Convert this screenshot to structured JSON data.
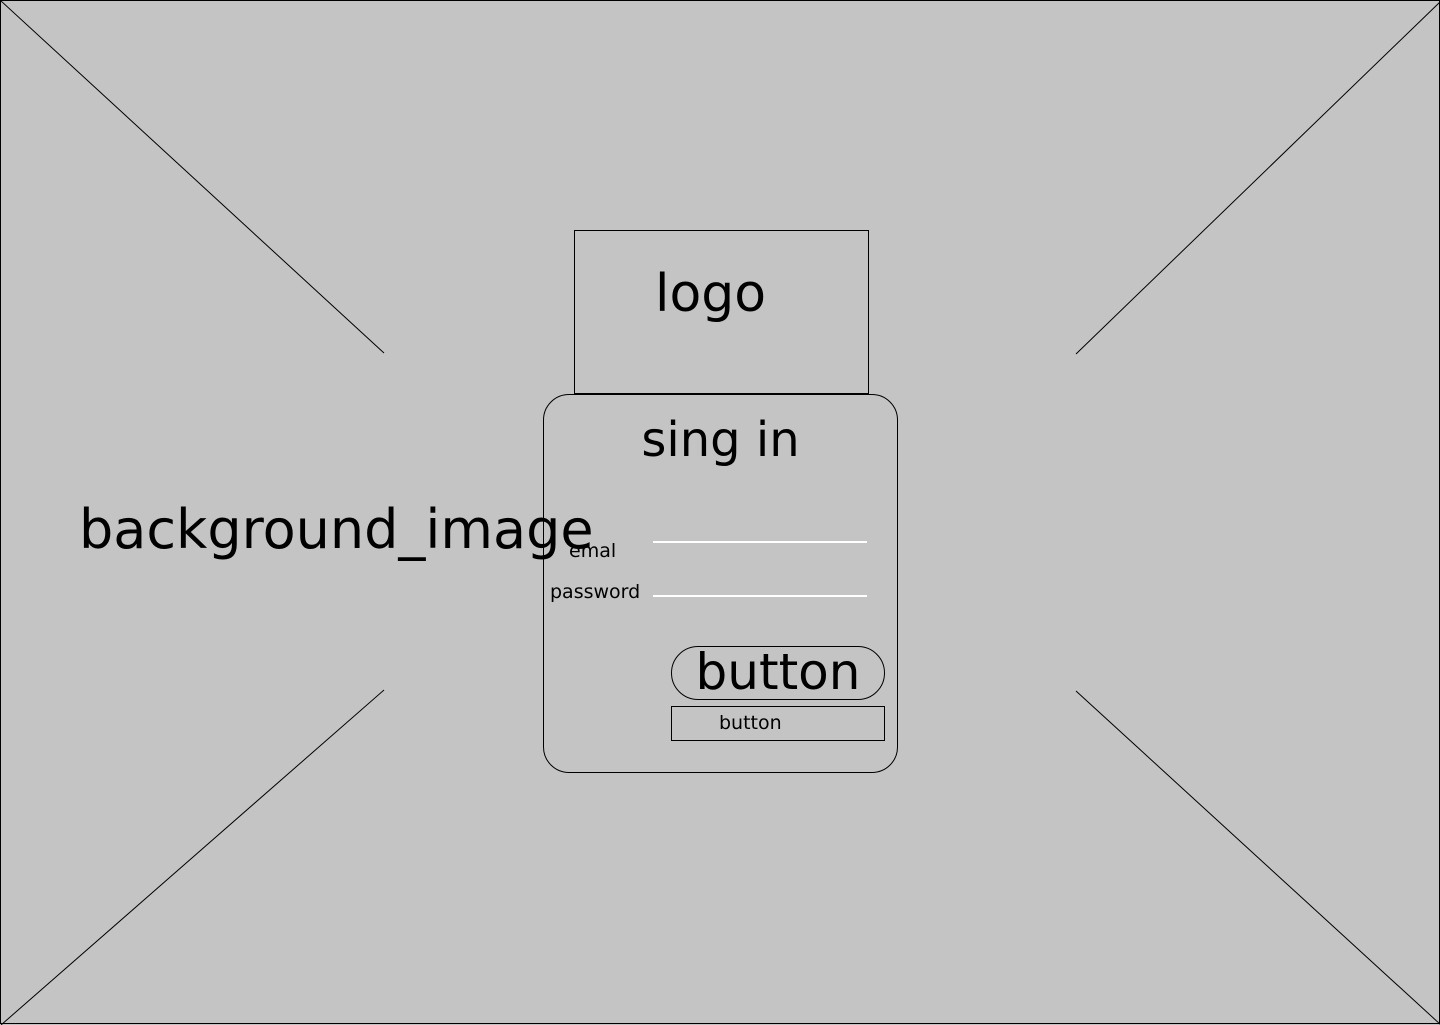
{
  "page": {
    "background_color": "#c4c4c4",
    "stroke_color": "#000000",
    "input_line_color": "#ffffff"
  },
  "background": {
    "label": "background_image"
  },
  "logo": {
    "label": "logo"
  },
  "signin": {
    "title": "sing in",
    "email_label": "emal",
    "password_label": "password",
    "primary_button_label": "button",
    "secondary_button_label": "button"
  }
}
